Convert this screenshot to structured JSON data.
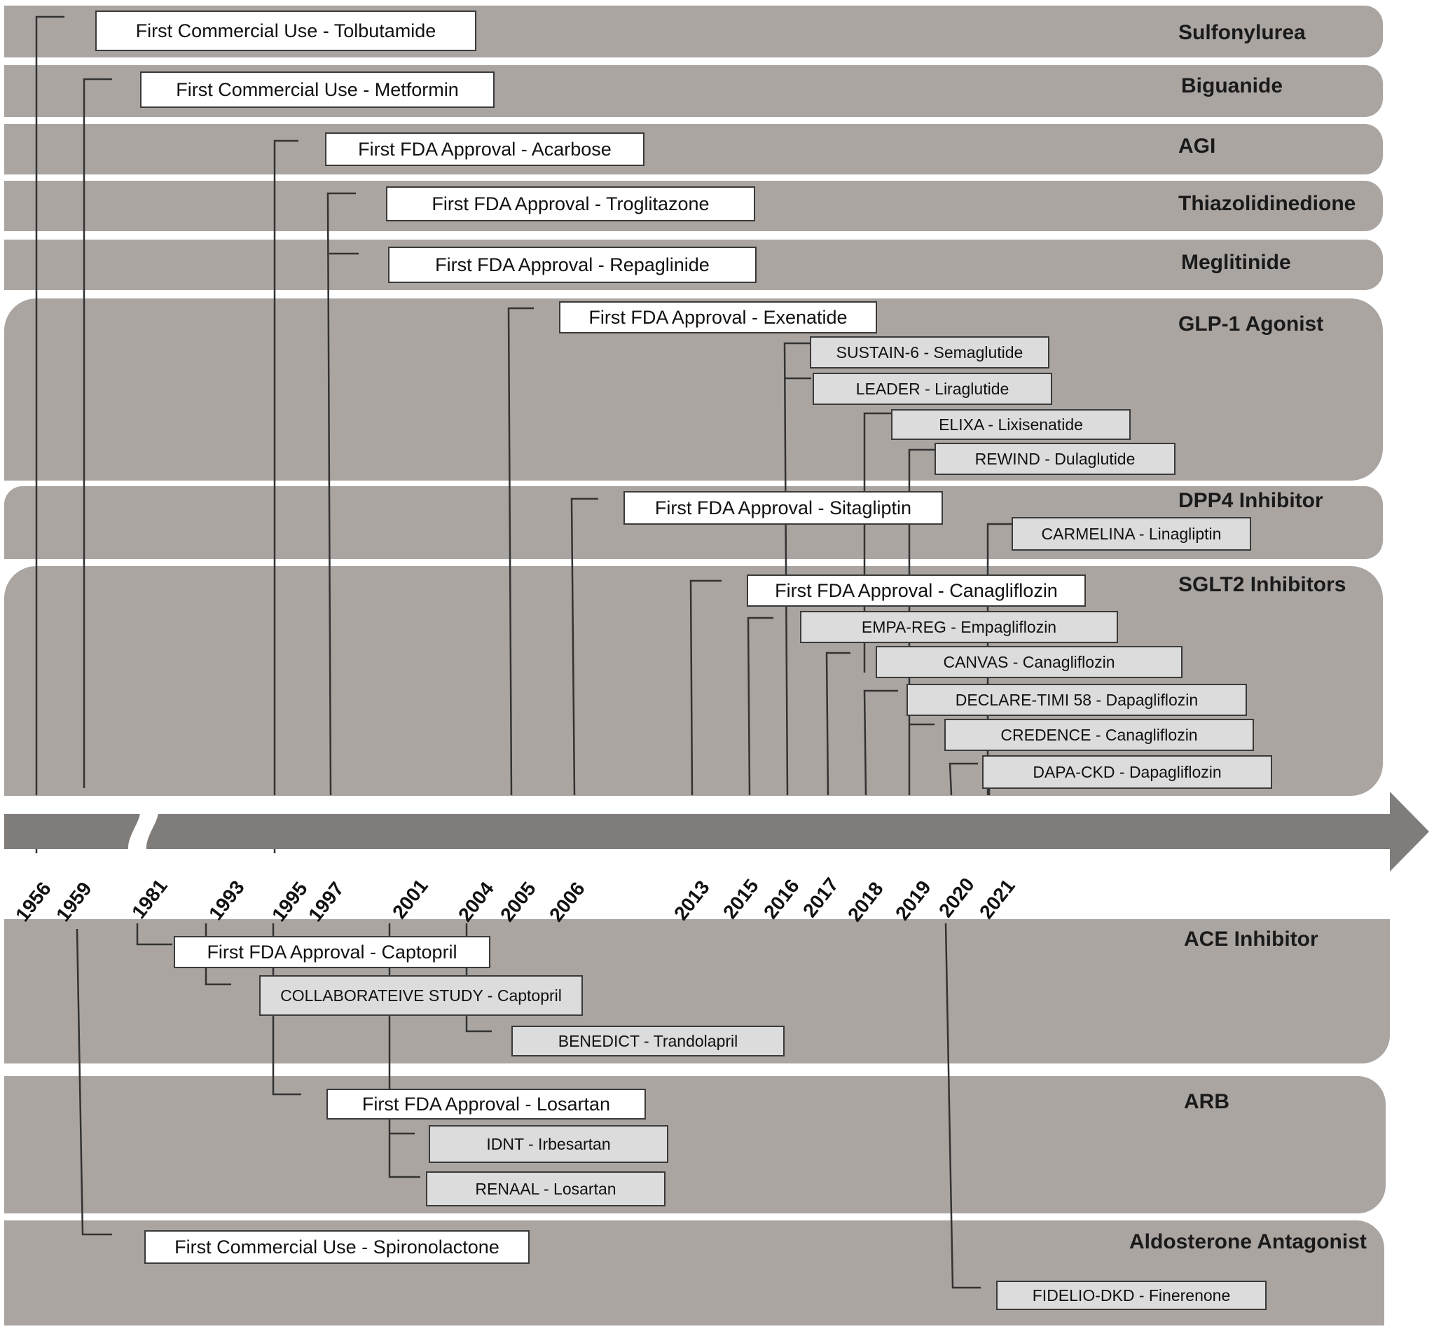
{
  "categories": {
    "sulfonylurea": "Sulfonylurea",
    "biguanide": "Biguanide",
    "agi": "AGI",
    "thiazolidinedione": "Thiazolidinedione",
    "meglitinide": "Meglitinide",
    "glp1": "GLP-1 Agonist",
    "dpp4": "DPP4 Inhibitor",
    "sglt2": "SGLT2 Inhibitors",
    "ace": "ACE Inhibitor",
    "arb": "ARB",
    "aldosterone": "Aldosterone Antagonist"
  },
  "events": {
    "tolbutamide": "First Commercial Use - Tolbutamide",
    "metformin": "First Commercial Use - Metformin",
    "acarbose": "First FDA Approval - Acarbose",
    "troglitazone": "First FDA Approval - Troglitazone",
    "repaglinide": "First FDA Approval - Repaglinide",
    "exenatide": "First FDA Approval - Exenatide",
    "sustain6": "SUSTAIN-6 - Semaglutide",
    "leader": "LEADER - Liraglutide",
    "elixa": "ELIXA - Lixisenatide",
    "rewind": "REWIND - Dulaglutide",
    "sitagliptin": "First FDA Approval - Sitagliptin",
    "carmelina": "CARMELINA - Linagliptin",
    "canagliflozin": "First FDA Approval - Canagliflozin",
    "empareg": "EMPA-REG - Empagliflozin",
    "canvas": "CANVAS - Canagliflozin",
    "declare": "DECLARE-TIMI 58 - Dapagliflozin",
    "credence": "CREDENCE - Canagliflozin",
    "dapackd": "DAPA-CKD - Dapagliflozin",
    "captopril": "First FDA Approval - Captopril",
    "collaborative": "COLLABORATEIVE STUDY - Captopril",
    "benedict": "BENEDICT - Trandolapril",
    "losartan": "First FDA Approval - Losartan",
    "idnt": "IDNT - Irbesartan",
    "renaal": "RENAAL - Losartan",
    "spironolactone": "First Commercial Use - Spironolactone",
    "fidelio": "FIDELIO-DKD - Finerenone"
  },
  "years": [
    "1956",
    "1959",
    "1981",
    "1993",
    "1995",
    "1997",
    "2001",
    "2004",
    "2005",
    "2006",
    "2013",
    "2015",
    "2016",
    "2017",
    "2018",
    "2019",
    "2020",
    "2021"
  ],
  "colors": {
    "band": "#aba5a2",
    "axis": "#807c7a",
    "line": "#333333",
    "trial_box": "#dcdcdc"
  }
}
